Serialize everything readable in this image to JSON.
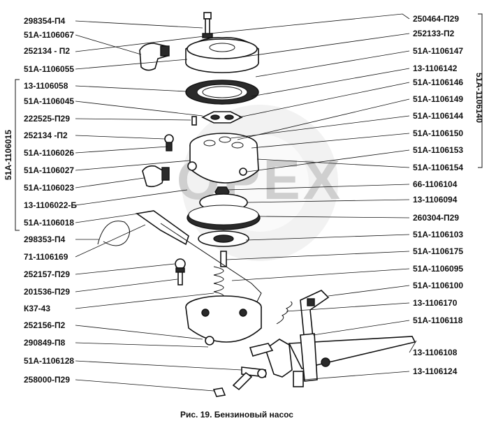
{
  "left_labels": [
    "298354-П4",
    "51A-1106067",
    "252134 - П2",
    "51A-1106055",
    "13-1106058",
    "51A-1106045",
    "222525-П29",
    "252134 -П2",
    "51A-1106026",
    "51A-1106027",
    "51A-1106023",
    "13-1106022-Б",
    "51A-1106018",
    "298353-П4",
    "71-1106169",
    "252157-П29",
    "201536-П29",
    "К37-43",
    "252156-П2",
    "290849-П8",
    "51A-1106128",
    "258000-П29"
  ],
  "right_labels": [
    "250464-П29",
    "252133-П2",
    "51A-1106147",
    "13-1106142",
    "51A-1106146",
    "51A-1106149",
    "51A-1106144",
    "51A-1106150",
    "51A-1106153",
    "51A-1106154",
    "66-1106104",
    "13-1106094",
    "260304-П29",
    "51A-1106103",
    "51A-1106175",
    "51A-1106095",
    "51A-1106100",
    "13-1106170",
    "51A-1106118",
    "13-1106108",
    "13-1106124"
  ],
  "left_group_label": "51A-1106015",
  "right_group_label": "51A-1106140",
  "watermark": "OPEX",
  "caption": "Рис. 19. Бензиновый насос"
}
